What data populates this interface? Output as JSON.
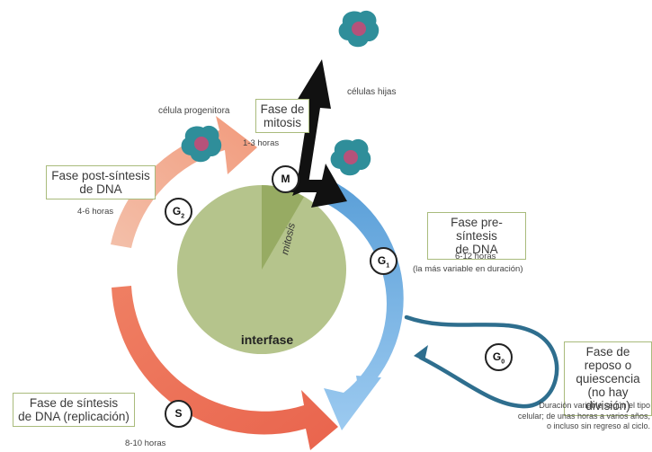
{
  "phases": {
    "mitosis": {
      "title_line1": "Fase de",
      "title_line2": "mitosis",
      "duration": "1-3 horas",
      "node": "M"
    },
    "g2": {
      "title_line1": "Fase post-síntesis",
      "title_line2": "de DNA",
      "duration": "4-6 horas",
      "node_letter": "G",
      "node_sub": "2"
    },
    "g1": {
      "title_line1": "Fase pre-síntesis",
      "title_line2": "de DNA",
      "duration": "6-12 horas",
      "duration_note": "(la más variable en duración)",
      "node_letter": "G",
      "node_sub": "1"
    },
    "s": {
      "title_line1": "Fase de síntesis",
      "title_line2": "de DNA (replicación)",
      "duration": "8-10 horas",
      "node": "S"
    },
    "g0": {
      "title_line1": "Fase de reposo o",
      "title_line2": "quiescencia",
      "title_line3": "(no hay división)",
      "note_line1": "Duración variable según el tipo",
      "note_line2": "celular; de unas horas a varios años,",
      "note_line3": "o incluso sin regreso al ciclo.",
      "node_letter": "G",
      "node_sub": "0"
    }
  },
  "labels": {
    "progenitor": "célula progenitora",
    "daughters": "células hijas",
    "interphase": "interfase",
    "mitosis_wedge": "mitosis"
  },
  "colors": {
    "pie": "#b5c48c",
    "wedge": "#97ab63",
    "arc_g2": "#f2a589",
    "arc_s": "#e9644d",
    "arc_g1": "#66a8dd",
    "g0_loop": "#2e6e8e",
    "cell": "#2f8e9a",
    "nucleus": "#b5527a",
    "box_border": "#a9bb7c"
  }
}
